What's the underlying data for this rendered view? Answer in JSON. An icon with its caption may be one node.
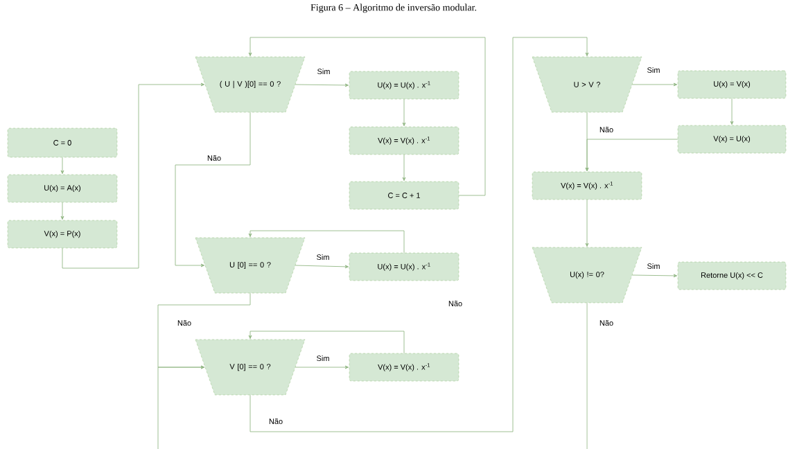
{
  "diagram": {
    "title": "Figura 6 – Algoritmo de inversão modular.",
    "nodes": [
      {
        "text": [
          "C = 0"
        ]
      },
      {
        "text": [
          "U(x) = A(x)"
        ]
      },
      {
        "text": [
          "V(x) = P(x)"
        ]
      },
      {
        "text": [
          "( U | V )[0] == 0 ?"
        ]
      },
      {
        "text": [
          "U(x) = U(x) . x$^{-1}$"
        ]
      },
      {
        "text": [
          "V(x) = V(x) . x$^{-1}$"
        ]
      },
      {
        "text": [
          "C = C + 1"
        ]
      },
      {
        "text": [
          "U [0] == 0 ?"
        ]
      },
      {
        "text": [
          "U(x) = U(x) . x$^{-1}$"
        ]
      },
      {
        "text": [
          "V [0] == 0 ?"
        ]
      },
      {
        "text": [
          "V(x) = V(x) . x$^{-1}$"
        ]
      },
      {
        "text": [
          "U > V ?"
        ]
      },
      {
        "text": [
          "U(x) = V(x)"
        ]
      },
      {
        "text": [
          "V(x) = U(x)"
        ]
      },
      {
        "text": [
          "V(x) = V(x) . x$^{-1}$"
        ]
      },
      {
        "text": [
          "U(x) != 0?"
        ]
      },
      {
        "text": [
          "Retorne U(x) << C"
        ]
      }
    ],
    "edges": [
      {
        "from": 0,
        "to": 1,
        "arrow": "to"
      },
      {
        "from": 1,
        "to": 2,
        "arrow": "to"
      },
      {
        "from": 2,
        "to": 3,
        "arrow": "to"
      },
      {
        "from": 3,
        "to": 4,
        "arrow": "to",
        "label": "Sim"
      },
      {
        "from": 4,
        "to": 5,
        "arrow": "to"
      },
      {
        "from": 5,
        "to": 6,
        "arrow": "to"
      },
      {
        "from": 6,
        "to": 3,
        "arrow": "to"
      },
      {
        "from": 3,
        "to": 7,
        "arrow": "to",
        "label": "Não"
      },
      {
        "from": 7,
        "to": 8,
        "arrow": "to",
        "label": "Sim"
      },
      {
        "from": 8,
        "to": 7,
        "arrow": "to"
      },
      {
        "from": 7,
        "to": 9,
        "arrow": "to",
        "label": "Não"
      },
      {
        "from": 9,
        "to": 10,
        "arrow": "to",
        "label": "Sim"
      },
      {
        "from": 10,
        "to": 9,
        "arrow": "to"
      },
      {
        "from": 9,
        "to": 11,
        "arrow": "to",
        "label": "Não"
      },
      {
        "from": 11,
        "to": 12,
        "arrow": "to",
        "label": "Sim"
      },
      {
        "from": 12,
        "to": 13,
        "arrow": "to"
      },
      {
        "from": 13,
        "to": 14,
        "arrow": "to"
      },
      {
        "from": 11,
        "to": 14,
        "arrow": "to",
        "label": "Não"
      },
      {
        "from": 14,
        "to": 15,
        "arrow": "to"
      },
      {
        "from": 15,
        "to": 16,
        "arrow": "to",
        "label": "Sim"
      },
      {
        "from": 15,
        "to": null,
        "arrow": "none",
        "label": "Não"
      },
      {
        "from": null,
        "to": 9,
        "arrow": "to"
      }
    ],
    "labels": [
      "Não"
    ]
  }
}
